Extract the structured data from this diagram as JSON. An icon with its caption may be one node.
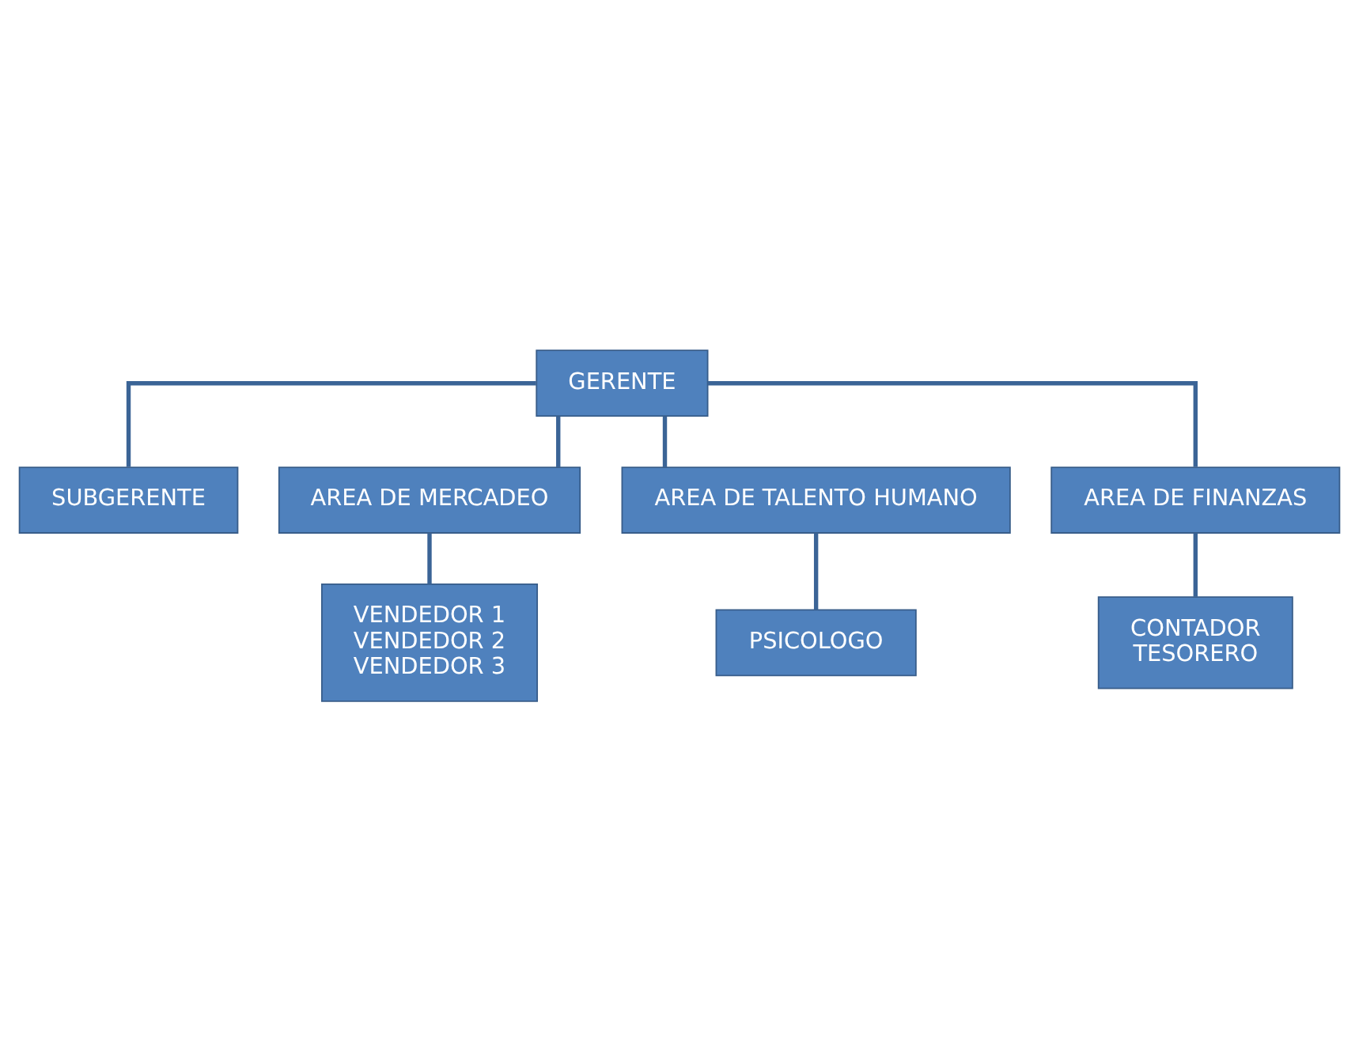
{
  "diagram": {
    "nodes": [
      {
        "text": [
          "GERENTE"
        ]
      },
      {
        "text": [
          "SUBGERENTE"
        ]
      },
      {
        "text": [
          "AREA DE MERCADEO"
        ]
      },
      {
        "text": [
          "AREA DE TALENTO HUMANO"
        ]
      },
      {
        "text": [
          "AREA DE FINANZAS"
        ]
      },
      {
        "text": [
          "VENDEDOR 1",
          "VENDEDOR 2",
          "VENDEDOR 3"
        ]
      },
      {
        "text": [
          "PSICOLOGO"
        ]
      },
      {
        "text": [
          "CONTADOR",
          "TESORERO"
        ]
      }
    ],
    "edges": [
      {
        "from": 0,
        "to": 1,
        "arrow": "none"
      },
      {
        "from": 0,
        "to": 2,
        "arrow": "none"
      },
      {
        "from": 0,
        "to": 3,
        "arrow": "none"
      },
      {
        "from": 0,
        "to": 4,
        "arrow": "none"
      },
      {
        "from": 2,
        "to": 5,
        "arrow": "none"
      },
      {
        "from": 3,
        "to": 6,
        "arrow": "none"
      },
      {
        "from": 4,
        "to": 7,
        "arrow": "none"
      }
    ]
  }
}
